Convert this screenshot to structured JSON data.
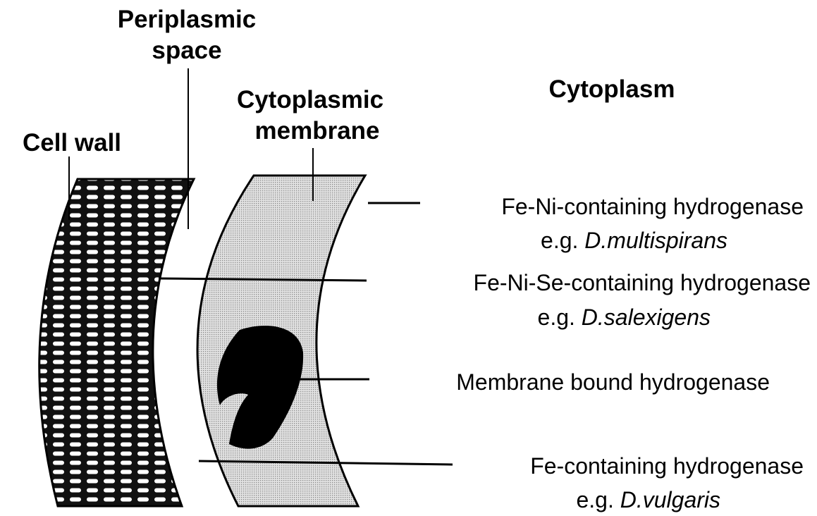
{
  "diagram": {
    "labels": {
      "periplasmic_line1": "Periplasmic",
      "periplasmic_line2": "space",
      "cytoplasm": "Cytoplasm",
      "cyto_membrane_line1": "Cytoplasmic",
      "cyto_membrane_line2": "membrane",
      "cell_wall": "Cell wall"
    },
    "hydrogenases": [
      {
        "name": "Fe-Ni-containing hydrogenase",
        "eg": "e.g.",
        "species": "D.multispirans"
      },
      {
        "name": "Fe-Ni-Se-containing hydrogenase",
        "eg": "e.g.",
        "species": "D.salexigens"
      },
      {
        "name": "Membrane bound hydrogenase"
      },
      {
        "name": "Fe-containing hydrogenase",
        "eg": "e.g.",
        "species": "D.vulgaris"
      }
    ]
  }
}
